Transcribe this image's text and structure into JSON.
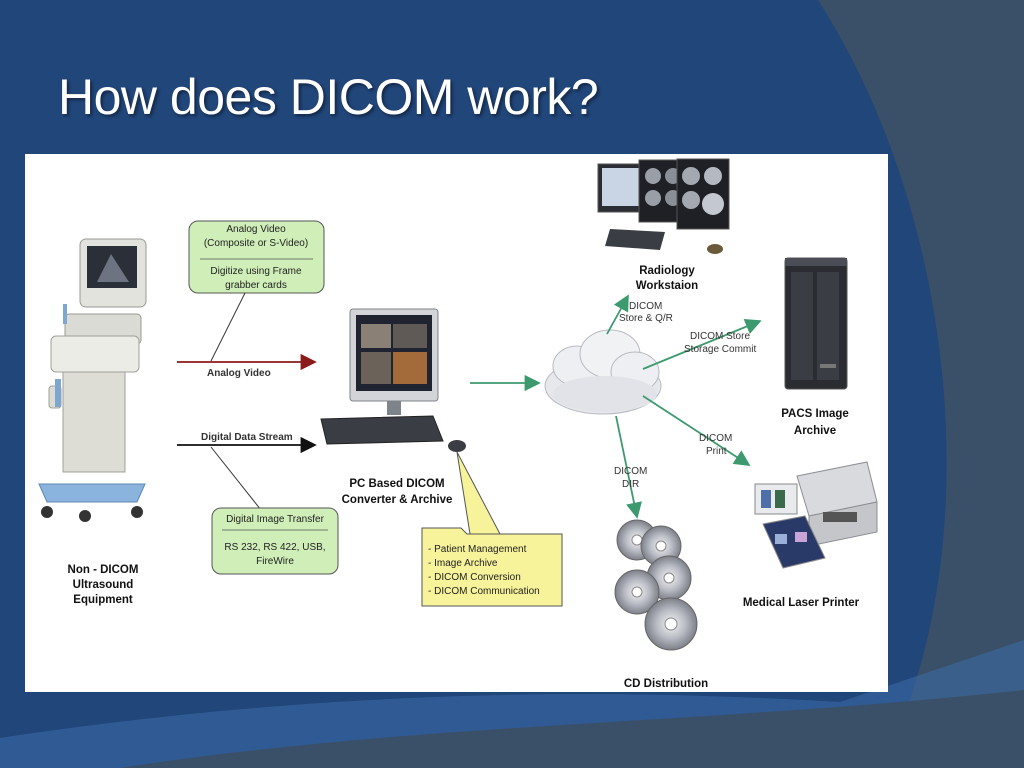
{
  "slide": {
    "title": "How does DICOM work?",
    "colors": {
      "background": "#21467a",
      "shape_dark": "#3a5068",
      "shape_light": "#3d6ca8"
    }
  },
  "diagram": {
    "nodes": {
      "ultrasound": {
        "line1": "Non - DICOM",
        "line2": "Ultrasound",
        "line3": "Equipment"
      },
      "pc": {
        "line1": "PC Based DICOM",
        "line2": "Converter & Archive"
      },
      "workstation": {
        "line1": "Radiology",
        "line2": "Workstaion"
      },
      "pacs": {
        "line1": "PACS Image",
        "line2": "Archive"
      },
      "printer": {
        "line1": "Medical Laser Printer"
      },
      "cd": {
        "line1": "CD Distribution"
      }
    },
    "callouts": {
      "analog": {
        "line1": "Analog Video",
        "line2": "(Composite or S-Video)",
        "line3": "Digitize using Frame",
        "line4": "grabber cards",
        "color": "#cfeeb8"
      },
      "digital": {
        "line1": "Digital Image Transfer",
        "line2": "RS 232, RS 422, USB,",
        "line3": "FireWire",
        "color": "#cfeeb8"
      },
      "folder": {
        "items": [
          "- Patient Management",
          "- Image Archive",
          "- DICOM Conversion",
          "- DICOM Communication"
        ],
        "color": "#f7f39a"
      }
    },
    "links": {
      "analog_video": "Analog Video",
      "digital_stream": "Digital Data Stream",
      "store_qr": {
        "line1": "DICOM",
        "line2": "Store & Q/R"
      },
      "store_commit": {
        "line1": "DICOM Store",
        "line2": "Storage Commit"
      },
      "print": {
        "line1": "DICOM",
        "line2": "Print"
      },
      "dir": {
        "line1": "DICOM",
        "line2": "DIR"
      }
    },
    "colors": {
      "arrow_red": "#8b1a1a",
      "arrow_black": "#111111",
      "arrow_green": "#3d9a6e"
    }
  }
}
